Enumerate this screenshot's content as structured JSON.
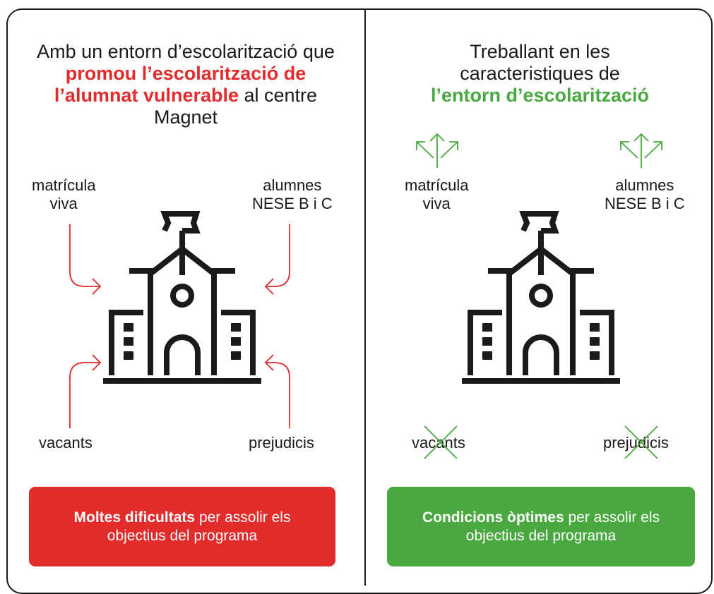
{
  "colors": {
    "red": "#e32b2b",
    "green": "#49a83f",
    "ink": "#1a1a1a"
  },
  "left": {
    "title_pre": "Amb un entorn d’escolarització que ",
    "title_hl": "promou l’escolarització de l’alumnat vulnerable",
    "title_post": " al centre Magnet",
    "labels": {
      "matricula": [
        "matrícula",
        "viva"
      ],
      "alumnes": [
        "alumnes",
        "NESE B i C"
      ],
      "vacants": "vacants",
      "prejudicis": "prejudicis"
    },
    "banner_bold": "Moltes dificultats",
    "banner_rest": " per assolir els objectius del programa"
  },
  "right": {
    "title_pre": "Treballant en les caracteristiques de ",
    "title_hl": "l’entorn d’escolarització",
    "labels": {
      "matricula": [
        "matrícula",
        "viva"
      ],
      "alumnes": [
        "alumnes",
        "NESE B i C"
      ],
      "vacants": "vacants",
      "prejudicis": "prejudicis"
    },
    "banner_bold": "Condicions òptimes",
    "banner_rest": " per assolir els objectius del programa"
  },
  "icons": [
    "school-building-icon",
    "arrow-in-icon",
    "arrow-out-icon",
    "cross-out-icon"
  ]
}
